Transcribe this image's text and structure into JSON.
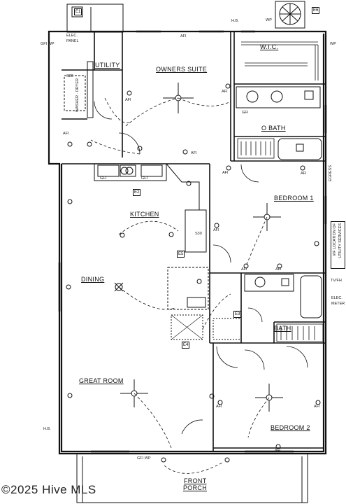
{
  "rooms": {
    "owners_suite": "OWNERS SUITE",
    "wic": "W.I.C.",
    "utility": "UTILITY",
    "o_bath": "O BATH",
    "kitchen": "KITCHEN",
    "bedroom1": "BEDROOM 1",
    "dining": "DINING",
    "bath": "BATH",
    "great_room": "GREAT ROOM",
    "bedroom2": "BEDROOM 2",
    "front_porch_line1": "FRONT",
    "front_porch_line2": "PORCH"
  },
  "fixtures": {
    "elec_panel_line1": "ELEC.",
    "elec_panel_line2": "PANEL",
    "washer_dryer": "WASHER · DRYER",
    "s30": "S30",
    "tv_fh": "TV/FH",
    "elec_meter_line1": "ELEC.",
    "elec_meter_line2": "METER",
    "egress": "EGRESS",
    "hb_left": "H.B.",
    "hb_top": "H.B.",
    "wp": "WP"
  },
  "utility_note_lines": [
    "VIF LOCATION OF",
    "UTILITY SERVICES"
  ],
  "tags": {
    "e1": "E1",
    "e2": "E2",
    "e3": "E3",
    "e4": "E4",
    "e5": "E5",
    "e6": "E6"
  },
  "outlet_labels": {
    "afi": "AFI",
    "gfi": "GFI",
    "gfi_wp": "GFI WP"
  },
  "watermark": "©2025 Hive MLS"
}
